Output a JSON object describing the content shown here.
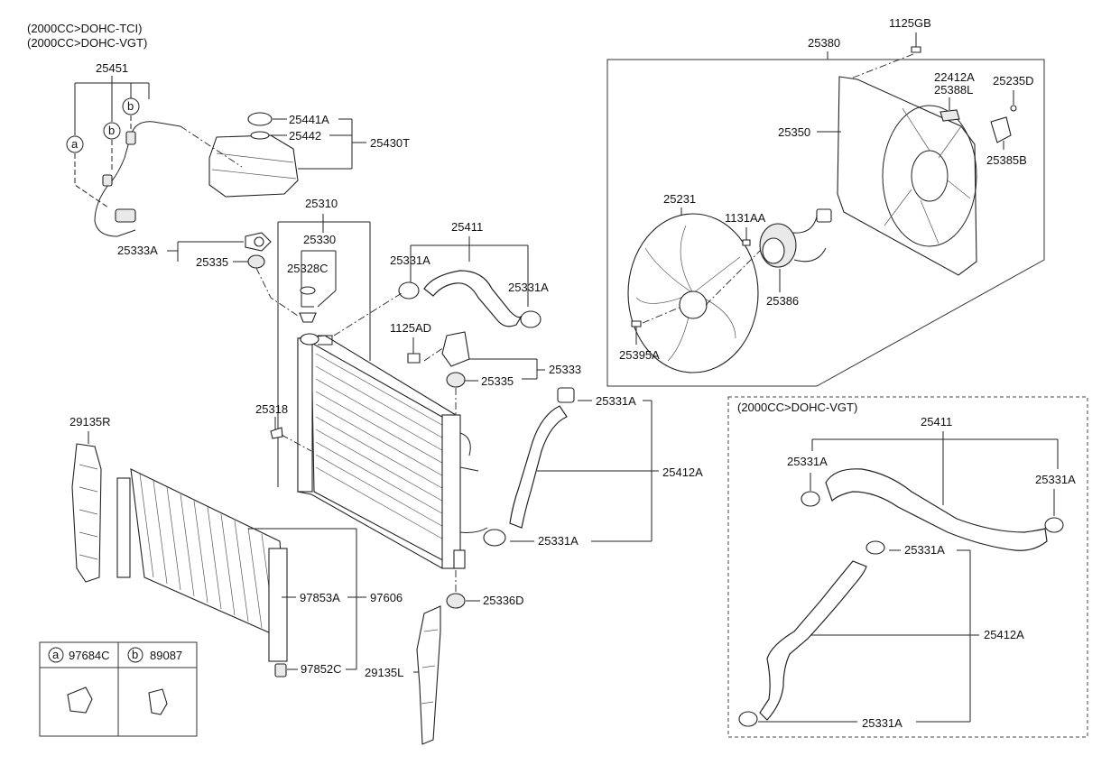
{
  "header": {
    "variant_1": "(2000CC>DOHC-TCI)",
    "variant_2": "(2000CC>DOHC-VGT)"
  },
  "fan_box": {
    "label": "25380"
  },
  "vgt_box": {
    "title": "(2000CC>DOHC-VGT)"
  },
  "callouts": {
    "c25451": "25451",
    "c25441A": "25441A",
    "c25442": "25442",
    "c25430T": "25430T",
    "c25310": "25310",
    "c25330": "25330",
    "c25328C": "25328C",
    "c25333A": "25333A",
    "c25335_top": "25335",
    "c25411_main": "25411",
    "c25331A_l": "25331A",
    "c25331A_r": "25331A",
    "c1125AD": "1125AD",
    "c25333": "25333",
    "c25335_mid": "25335",
    "c25331A_mid": "25331A",
    "c25318": "25318",
    "c25412A_main": "25412A",
    "c25331A_low": "25331A",
    "c25336D": "25336D",
    "c29135R": "29135R",
    "c29135L": "29135L",
    "c97853A": "97853A",
    "c97606": "97606",
    "c97852C": "97852C",
    "c1125GB": "1125GB",
    "c22412A": "22412A",
    "c25388L": "25388L",
    "c25235D": "25235D",
    "c25350": "25350",
    "c25385B": "25385B",
    "c25231": "25231",
    "c1131AA": "1131AA",
    "c25386": "25386",
    "c25395A": "25395A",
    "v25411": "25411",
    "v25331A_l": "25331A",
    "v25331A_r": "25331A",
    "v25331A_mid": "25331A",
    "v25412A": "25412A",
    "v25331A_bot": "25331A"
  },
  "letter_markers": {
    "a": "a",
    "b": "b"
  },
  "legend": {
    "a_letter": "a",
    "a_part": "97684C",
    "b_letter": "b",
    "b_part": "89087"
  }
}
